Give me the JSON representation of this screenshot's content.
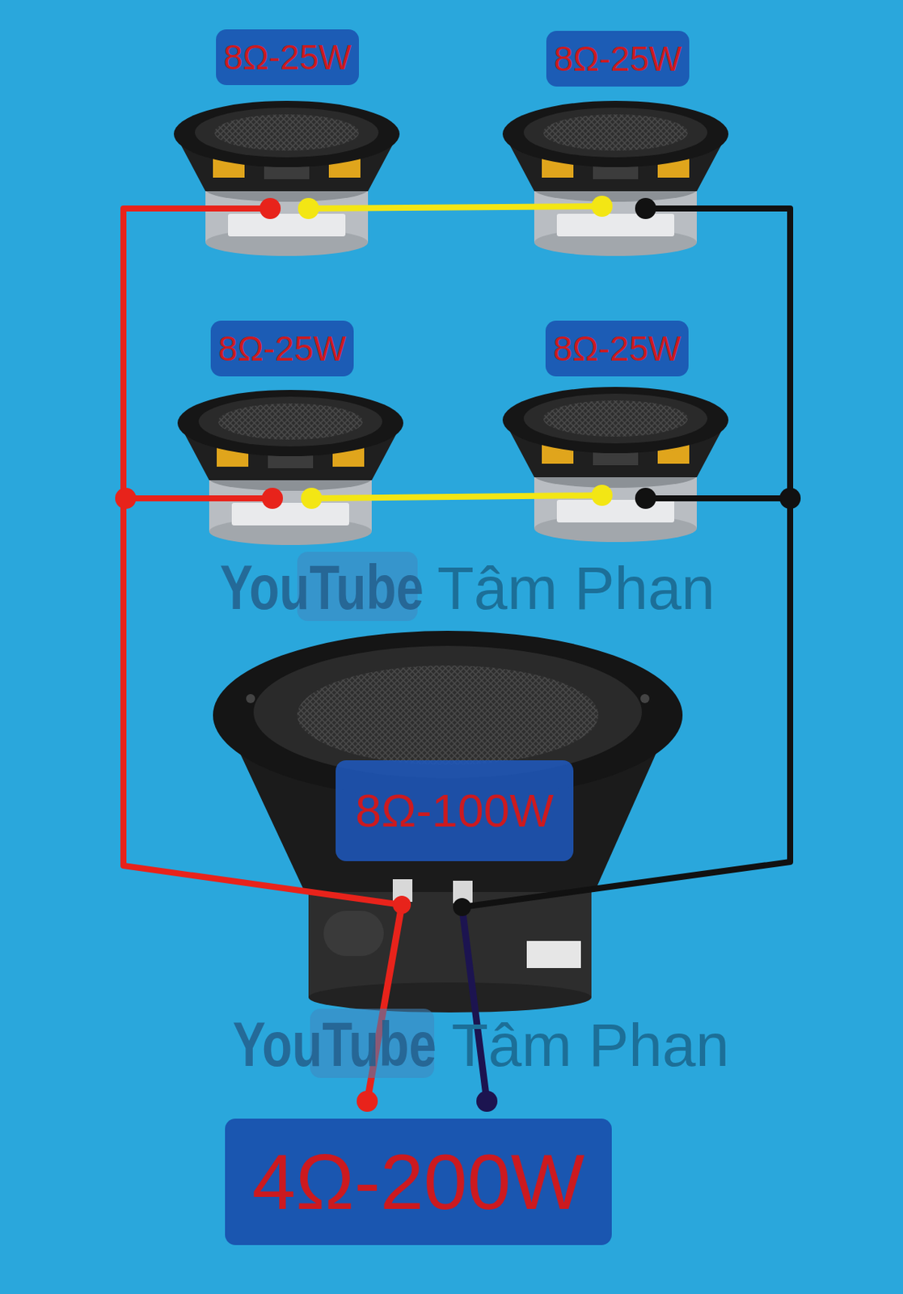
{
  "diagram": {
    "nodes": [
      {
        "text": [
          "8Ω-25W"
        ]
      },
      {
        "text": [
          "8Ω-25W"
        ]
      },
      {
        "text": [
          "8Ω-25W"
        ]
      },
      {
        "text": [
          "8Ω-25W"
        ]
      },
      {
        "text": [
          "8Ω-100W"
        ]
      },
      {
        "text": [
          "4Ω-200W"
        ]
      }
    ],
    "labels": [
      "YouTube",
      "Tâm Phan",
      "YouTube",
      "Tâm Phan"
    ]
  }
}
